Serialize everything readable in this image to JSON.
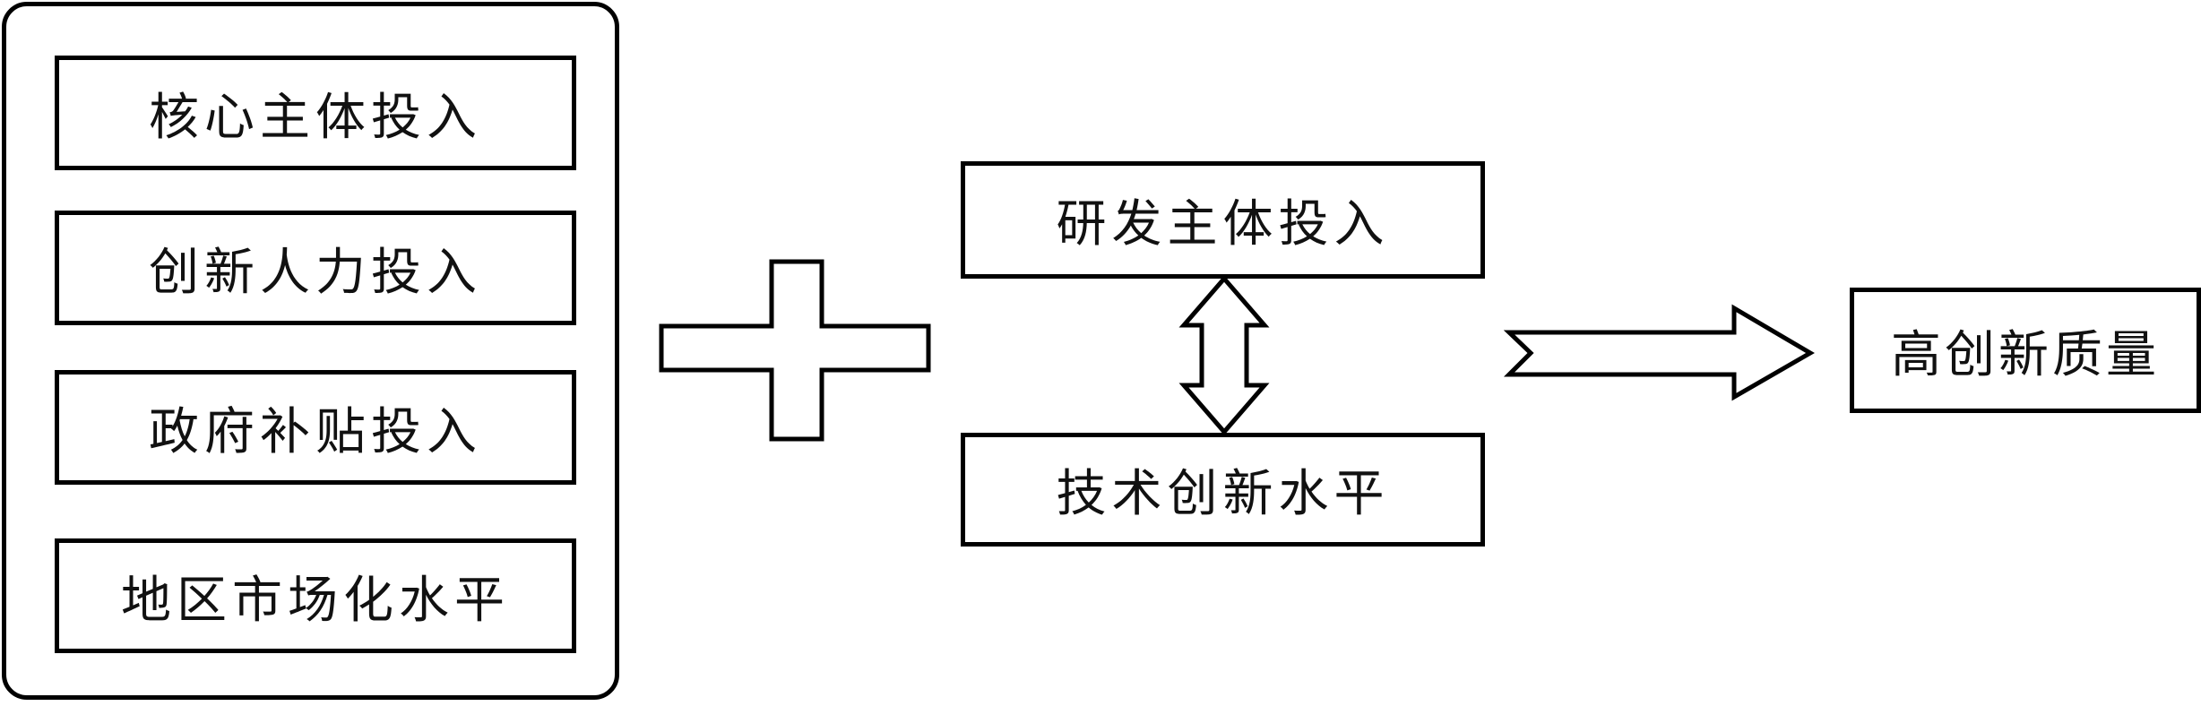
{
  "left_group": {
    "items": [
      {
        "label": "核心主体投入"
      },
      {
        "label": "创新人力投入"
      },
      {
        "label": "政府补贴投入"
      },
      {
        "label": "地区市场化水平"
      }
    ]
  },
  "middle_group": {
    "top": {
      "label": "研发主体投入"
    },
    "bottom": {
      "label": "技术创新水平"
    }
  },
  "result": {
    "label": "高创新质量"
  },
  "icons": {
    "plus": "plus-icon",
    "double_arrow": "double-arrow-vertical-icon",
    "result_arrow": "arrow-right-icon"
  }
}
